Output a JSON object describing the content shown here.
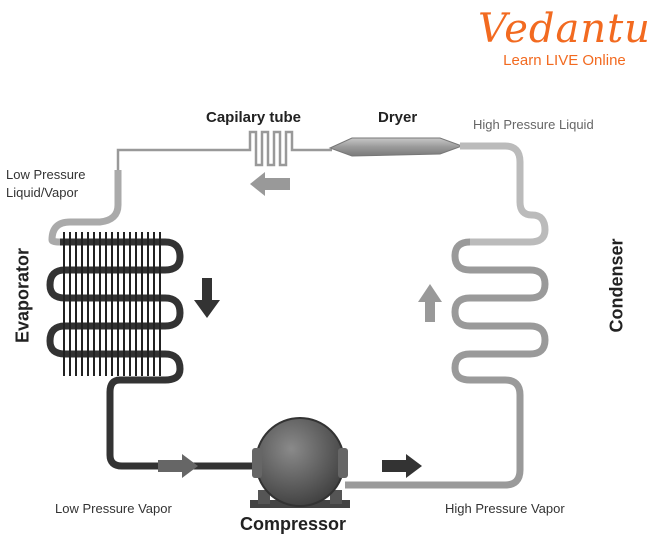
{
  "logo": {
    "name": "Vedantu",
    "tagline": "Learn LIVE Online",
    "color": "#f26a20"
  },
  "labels": {
    "capillary_tube": "Capilary tube",
    "dryer": "Dryer",
    "high_pressure_liquid": "High Pressure Liquid",
    "low_pressure_liquid_vapor_line1": "Low Pressure",
    "low_pressure_liquid_vapor_line2": "Liquid/Vapor",
    "evaporator": "Evaporator",
    "condenser": "Condenser",
    "low_pressure_vapor": "Low Pressure Vapor",
    "high_pressure_vapor": "High Pressure Vapor",
    "compressor": "Compressor"
  }
}
